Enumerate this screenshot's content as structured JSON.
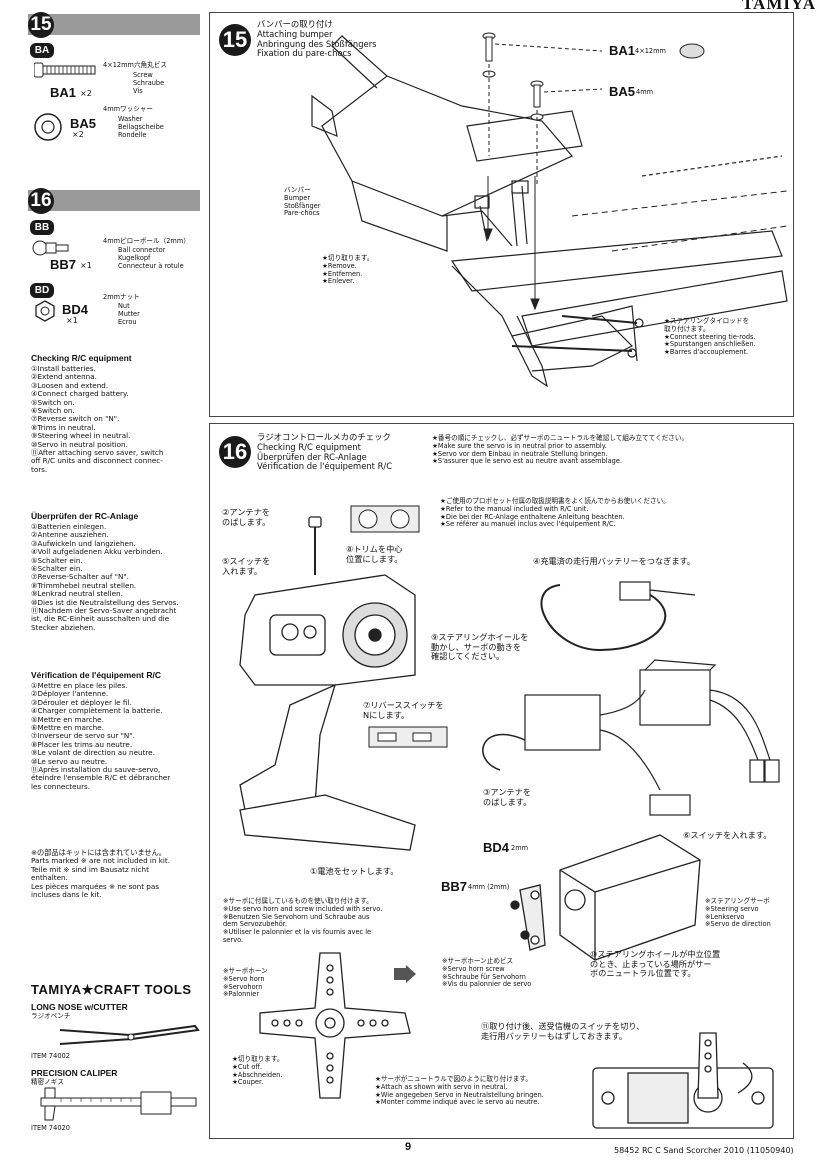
{
  "brand": "TAMIYA",
  "left": {
    "step15": {
      "num": "15",
      "bag": "BA",
      "part1": {
        "code": "BA1",
        "qty": "×2",
        "spec": "4×12mm六角丸ビス",
        "names": [
          "Screw",
          "Schraube",
          "Vis"
        ]
      },
      "part2": {
        "code": "BA5",
        "qty": "×2",
        "spec": "4mmワッシャー",
        "names": [
          "Washer",
          "Beilagscheibe",
          "Rondelle"
        ]
      }
    },
    "step16": {
      "num": "16",
      "bag1": "BB",
      "part1": {
        "code": "BB7",
        "qty": "×1",
        "spec": "4mmピローボール（2mm）",
        "names": [
          "Ball connector",
          "Kugelkopf",
          "Connecteur à rotule"
        ]
      },
      "bag2": "BD",
      "part2": {
        "code": "BD4",
        "qty": "×1",
        "spec": "2mmナット",
        "names": [
          "Nut",
          "Mutter",
          "Ecrou"
        ]
      }
    },
    "checking_en": {
      "title": "Checking R/C equipment",
      "items": [
        "①Install batteries.",
        "②Extend antenna.",
        "③Loosen and extend.",
        "④Connect charged battery.",
        "⑤Switch on.",
        "⑥Switch on.",
        "⑦Reverse switch on \"N\".",
        "⑧Trims in neutral.",
        "⑨Steering wheel in neutral.",
        "⑩Servo in neutral position.",
        "⑪After attaching servo saver, switch",
        "off R/C units and disconnect connec-",
        "tors."
      ]
    },
    "checking_de": {
      "title": "Überprüfen der RC-Anlage",
      "items": [
        "①Batterien einlegen.",
        "②Antenne ausziehen.",
        "③Aufwickeln und langziehen.",
        "④Voll aufgeladenen Akku verbinden.",
        "⑤Schalter ein.",
        "⑥Schalter ein.",
        "⑦Reverse-Schalter auf \"N\".",
        "⑧Trimmhebel neutral stellen.",
        "⑨Lenkrad neutral stellen.",
        "⑩Dies ist die Neutralstellung des Servos.",
        "⑪Nachdem der Servo-Saver angebracht",
        "ist, die RC-Einheit ausschalten und die",
        "Stecker abziehen."
      ]
    },
    "checking_fr": {
      "title": "Vérification de l'équipement R/C",
      "items": [
        "①Mettre en place les piles.",
        "②Déployer l'antenne.",
        "③Dérouler et déployer le fil.",
        "④Charger complètement la batterie.",
        "⑤Mettre en marche.",
        "⑥Mettre en marche.",
        "⑦Inverseur de servo sur \"N\".",
        "⑧Placer les trims au neutre.",
        "⑨Le volant de direction au neutre.",
        "⑩Le servo au neutre.",
        "⑪Après installation du sauve-servo,",
        "éteindre l'ensemble R/C et débrancher",
        "les connecteurs."
      ]
    },
    "note": [
      "※の部品はキットには含まれていません。",
      "Parts marked ※ are not included in kit.",
      "Teile mit ※ sind im Bausatz nicht",
      "enthalten.",
      "Les pièces marquées ※ ne sont pas",
      "incluses dans le kit."
    ],
    "craft_tools": "TAMIYA★CRAFT TOOLS",
    "tool1": {
      "name": "LONG NOSE w/CUTTER",
      "jp": "ラジオペンチ",
      "item": "ITEM 74002"
    },
    "tool2": {
      "name": "PRECISION CALIPER",
      "jp": "精密ノギス",
      "item": "ITEM 74020"
    }
  },
  "panel15": {
    "num": "15",
    "title": [
      "バンパーの取り付け",
      "Attaching bumper",
      "Anbringung des Stoßfängers",
      "Fixation du pare-chocs"
    ],
    "ba1": "BA1",
    "ba1_size": "4×12mm",
    "ba5": "BA5",
    "ba5_size": "4mm",
    "bumper": [
      "バンパー",
      "Bumper",
      "Stoßfänger",
      "Pare-chocs"
    ],
    "remove": [
      "★切り取ります。",
      "★Remove.",
      "★Entfernen.",
      "★Enlever."
    ],
    "tierods": [
      "★ステアリングタイロッドを",
      "取り付けます。",
      "★Connect steering tie-rods.",
      "★Spurstangen anschließen.",
      "★Barres d'accouplement."
    ]
  },
  "panel16": {
    "num": "16",
    "title": [
      "ラジオコントロールメカのチェック",
      "Checking R/C equipment",
      "Überprüfen der RC-Anlage",
      "Vérification de l'équipement R/C"
    ],
    "note1": [
      "★番号の順にチェックし、必ずサーボのニュートラルを確認して組み立ててください。",
      "★Make sure the servo is in neutral prior to assembly.",
      "★Servo vor dem Einbau in neutrale Stellung bringen.",
      "★S'assurer que le servo est au neutre avant assemblage."
    ],
    "note2": [
      "★ご使用のプロポセット付属の取扱説明書をよく読んでからお使いください。",
      "★Refer to the manual included with R/C unit.",
      "★Die bei der RC-Anlage enthaltene Anleitung beachten.",
      "★Se référer au manuel inclus avec l'équipement R/C."
    ],
    "c2": [
      "②アンテナを",
      "のばします。"
    ],
    "c8": [
      "⑧トリムを中心",
      "位置にします。"
    ],
    "c5": [
      "⑤スイッチを",
      "入れます。"
    ],
    "c4": "④充電済の走行用バッテリーをつなぎます。",
    "c9": [
      "⑨ステアリングホイールを",
      "動かし、サーボの動きを",
      "確認してください。"
    ],
    "c7": [
      "⑦リバーススイッチを",
      "Nにします。"
    ],
    "c3": [
      "③アンテナを",
      "のばします。"
    ],
    "c6": "⑥スイッチを入れます。",
    "c1": "①電池をセットします。",
    "bd4": "BD4",
    "bd4_size": "2mm",
    "bb7": "BB7",
    "bb7_size": "4mm (2mm)",
    "servo_label": [
      "※ステアリングサーボ",
      "※Steering servo",
      "※Lenkservo",
      "※Servo de direction"
    ],
    "horn_note": [
      "※サーボに付属しているものを使い取り付けます。",
      "※Use servo horn and screw included with servo.",
      "※Benutzen Sie Servohorn und Schraube aus",
      "dem Servozubehör.",
      "※Utiliser le palonnier et la vis fournis avec le",
      "servo."
    ],
    "horn_label": [
      "※サーボホーン",
      "※Servo horn",
      "※Servohorn",
      "※Palonnier"
    ],
    "horn_screw": [
      "※サーボホーン止めビス",
      "※Servo horn screw",
      "※Schraube für Servohorn",
      "※Vis du palonnier de servo"
    ],
    "c10": [
      "⑩ステアリングホイールが中立位置",
      "のとき、止まっている場所がサー",
      "ボのニュートラル位置です。"
    ],
    "remove2": [
      "★切り取ります。",
      "★Cut off.",
      "★Abschneiden.",
      "★Couper."
    ],
    "c11": [
      "⑪取り付け後、送受信機のスイッチを切り、",
      "走行用バッテリーもはずしておきます。"
    ],
    "note3": [
      "★サーボがニュートラルで図のように取り付けます。",
      "★Attach as shown with servo in neutral.",
      "★Wie angegeben Servo in Neutralstellung bringen.",
      "★Monter comme indiqué avec le servo au neutre."
    ]
  },
  "footer": {
    "page": "9",
    "code": "58452 RC C Sand Scorcher 2010 (11050940)"
  }
}
